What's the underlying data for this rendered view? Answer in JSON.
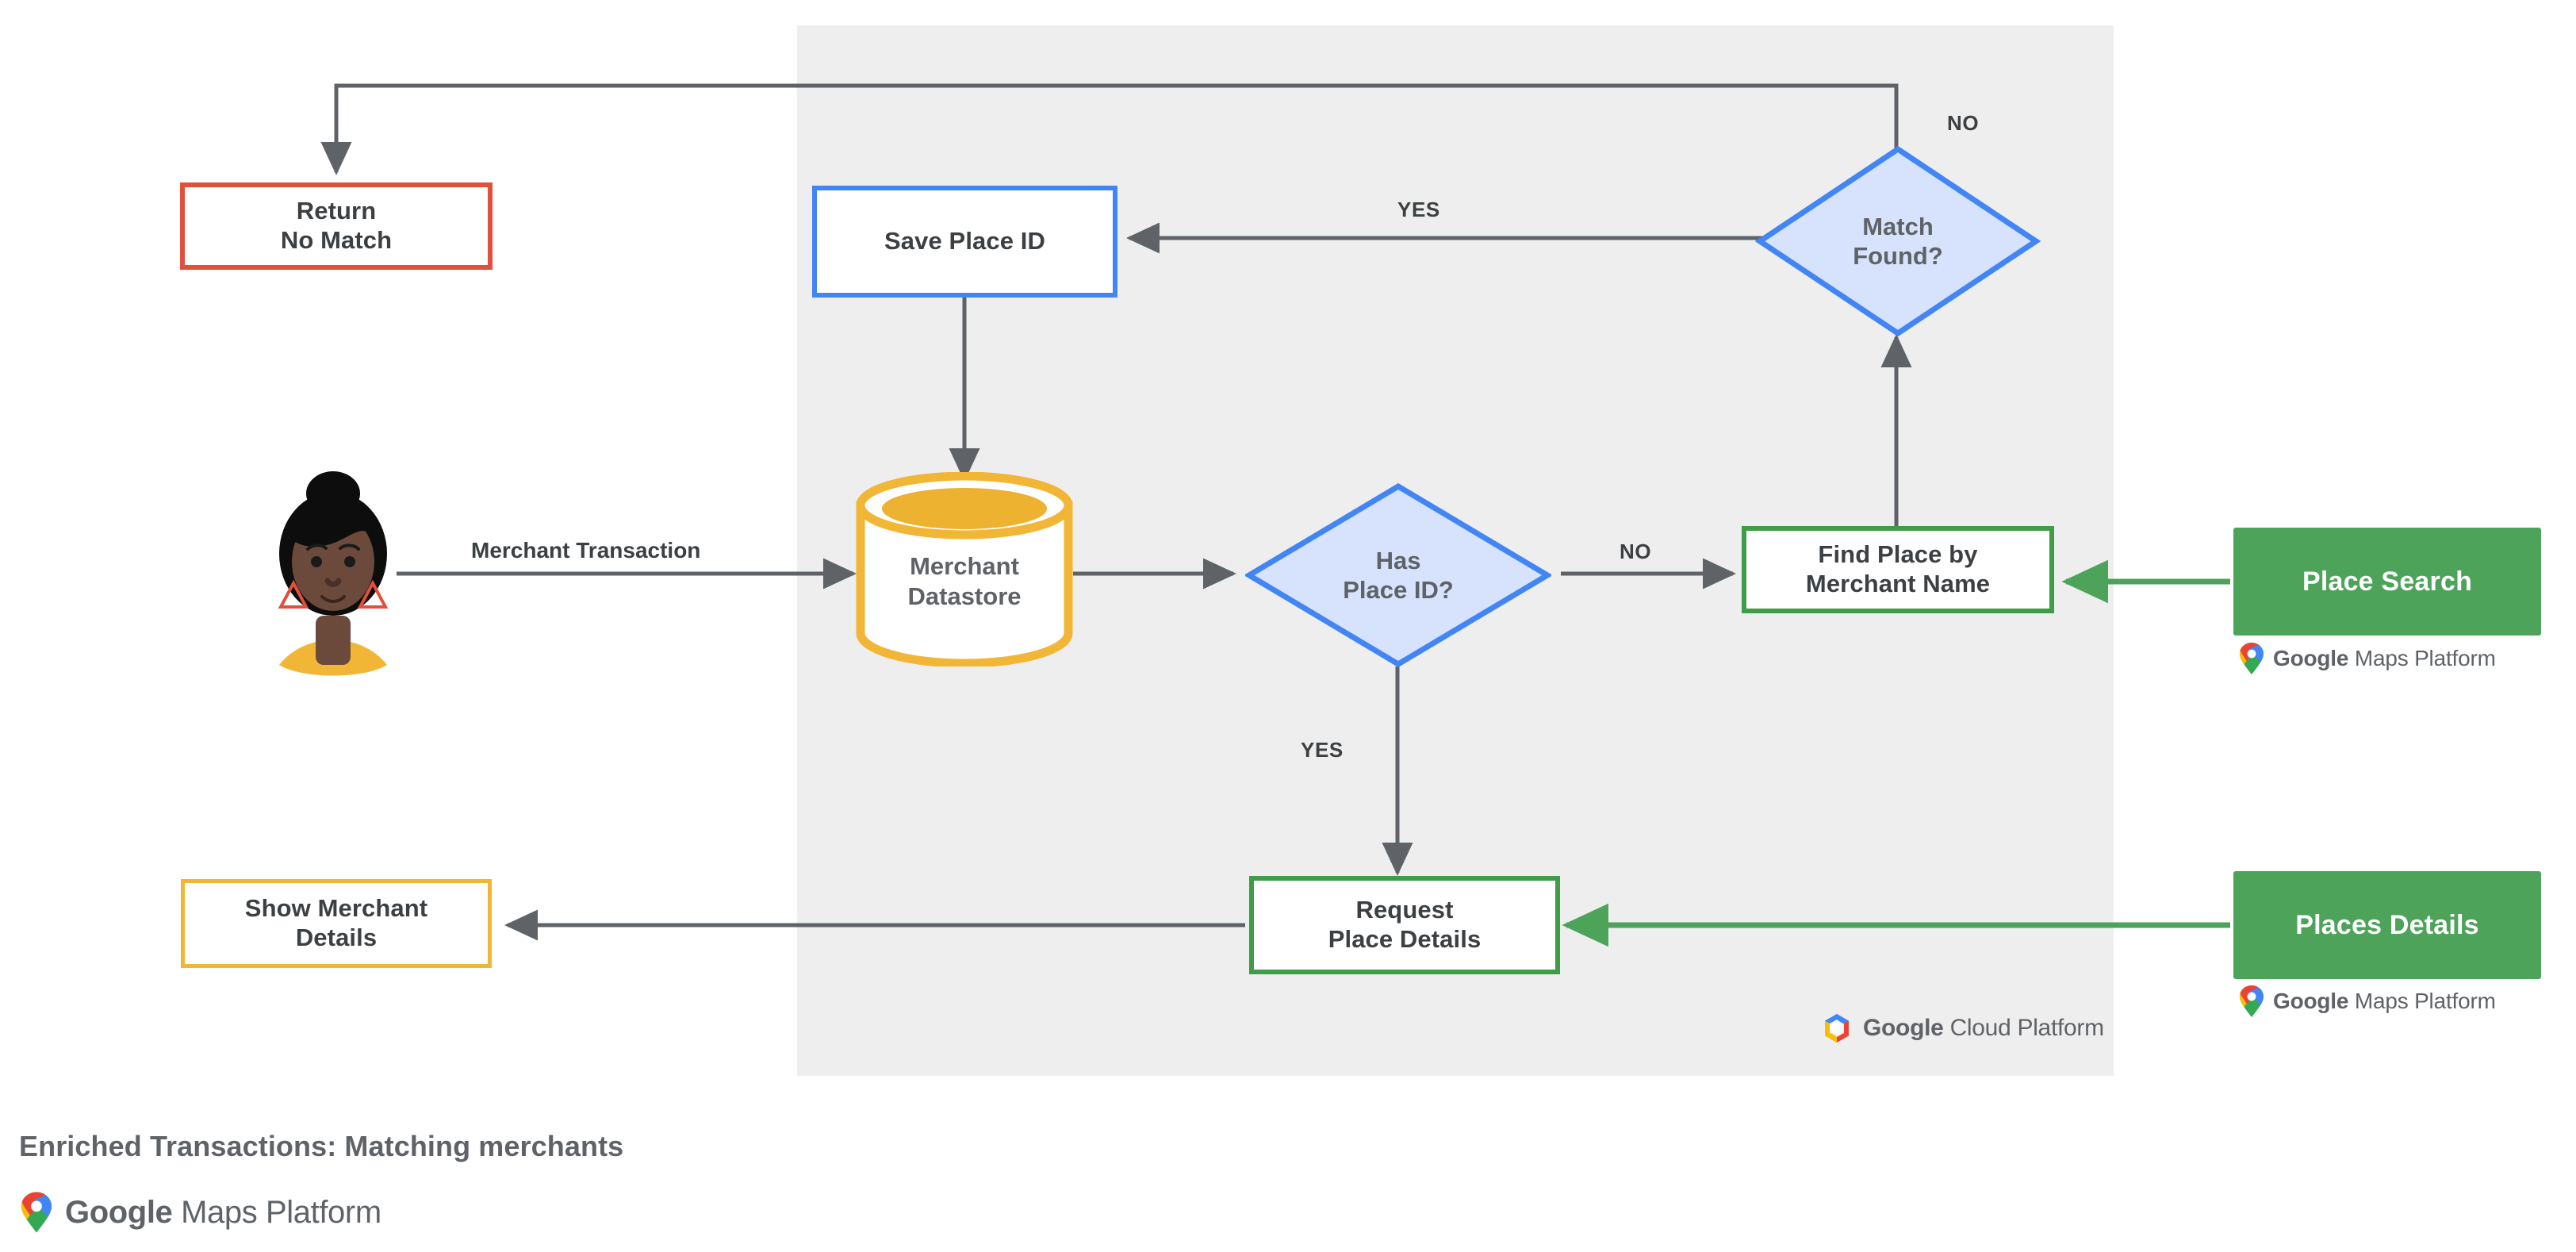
{
  "diagram": {
    "title": "Enriched Transactions: Matching merchants",
    "platform_panel_label": "Google Cloud Platform",
    "actor": {
      "name": "merchant-customer-avatar",
      "skin": "#6b4a3c",
      "hair": "#0d0d0d",
      "shirt": "#f2b637",
      "earring": "#e0503c"
    },
    "nodes": [
      {
        "id": "return-no-match",
        "label": "Return\nNo Match",
        "shape": "box",
        "color": "#e0503c"
      },
      {
        "id": "save-place-id",
        "label": "Save Place ID",
        "shape": "box",
        "color": "#4285f4"
      },
      {
        "id": "match-found",
        "label": "Match\nFound?",
        "shape": "diamond",
        "color": "#4285f4",
        "fill": "#d7e3fc"
      },
      {
        "id": "merchant-datastore",
        "label": "Merchant\nDatastore",
        "shape": "cylinder",
        "color": "#f2b637"
      },
      {
        "id": "has-place-id",
        "label": "Has\nPlace ID?",
        "shape": "diamond",
        "color": "#4285f4",
        "fill": "#d7e3fc"
      },
      {
        "id": "find-place-by-merchant",
        "label": "Find Place by\nMerchant Name",
        "shape": "box",
        "color": "#3f9c47"
      },
      {
        "id": "request-place-details",
        "label": "Request\nPlace Details",
        "shape": "box",
        "color": "#3f9c47"
      },
      {
        "id": "show-merchant-details",
        "label": "Show Merchant\nDetails",
        "shape": "box",
        "color": "#f2b637"
      }
    ],
    "api_buttons": [
      {
        "id": "place-search",
        "label": "Place Search",
        "color": "#4ea35b",
        "logo": "Google Maps Platform"
      },
      {
        "id": "places-details",
        "label": "Places Details",
        "color": "#4ea35b",
        "logo": "Google Maps Platform"
      }
    ],
    "edge_labels": [
      {
        "id": "merchant-transaction",
        "text": "Merchant Transaction"
      },
      {
        "id": "match-found-no",
        "text": "NO"
      },
      {
        "id": "match-found-yes",
        "text": "YES"
      },
      {
        "id": "has-place-id-no",
        "text": "NO"
      },
      {
        "id": "has-place-id-yes",
        "text": "YES"
      }
    ]
  },
  "branding": {
    "maps_platform_google": "Google",
    "maps_platform_rest": " Maps Platform",
    "cloud_platform_google": "Google",
    "cloud_platform_rest": " Cloud Platform"
  }
}
